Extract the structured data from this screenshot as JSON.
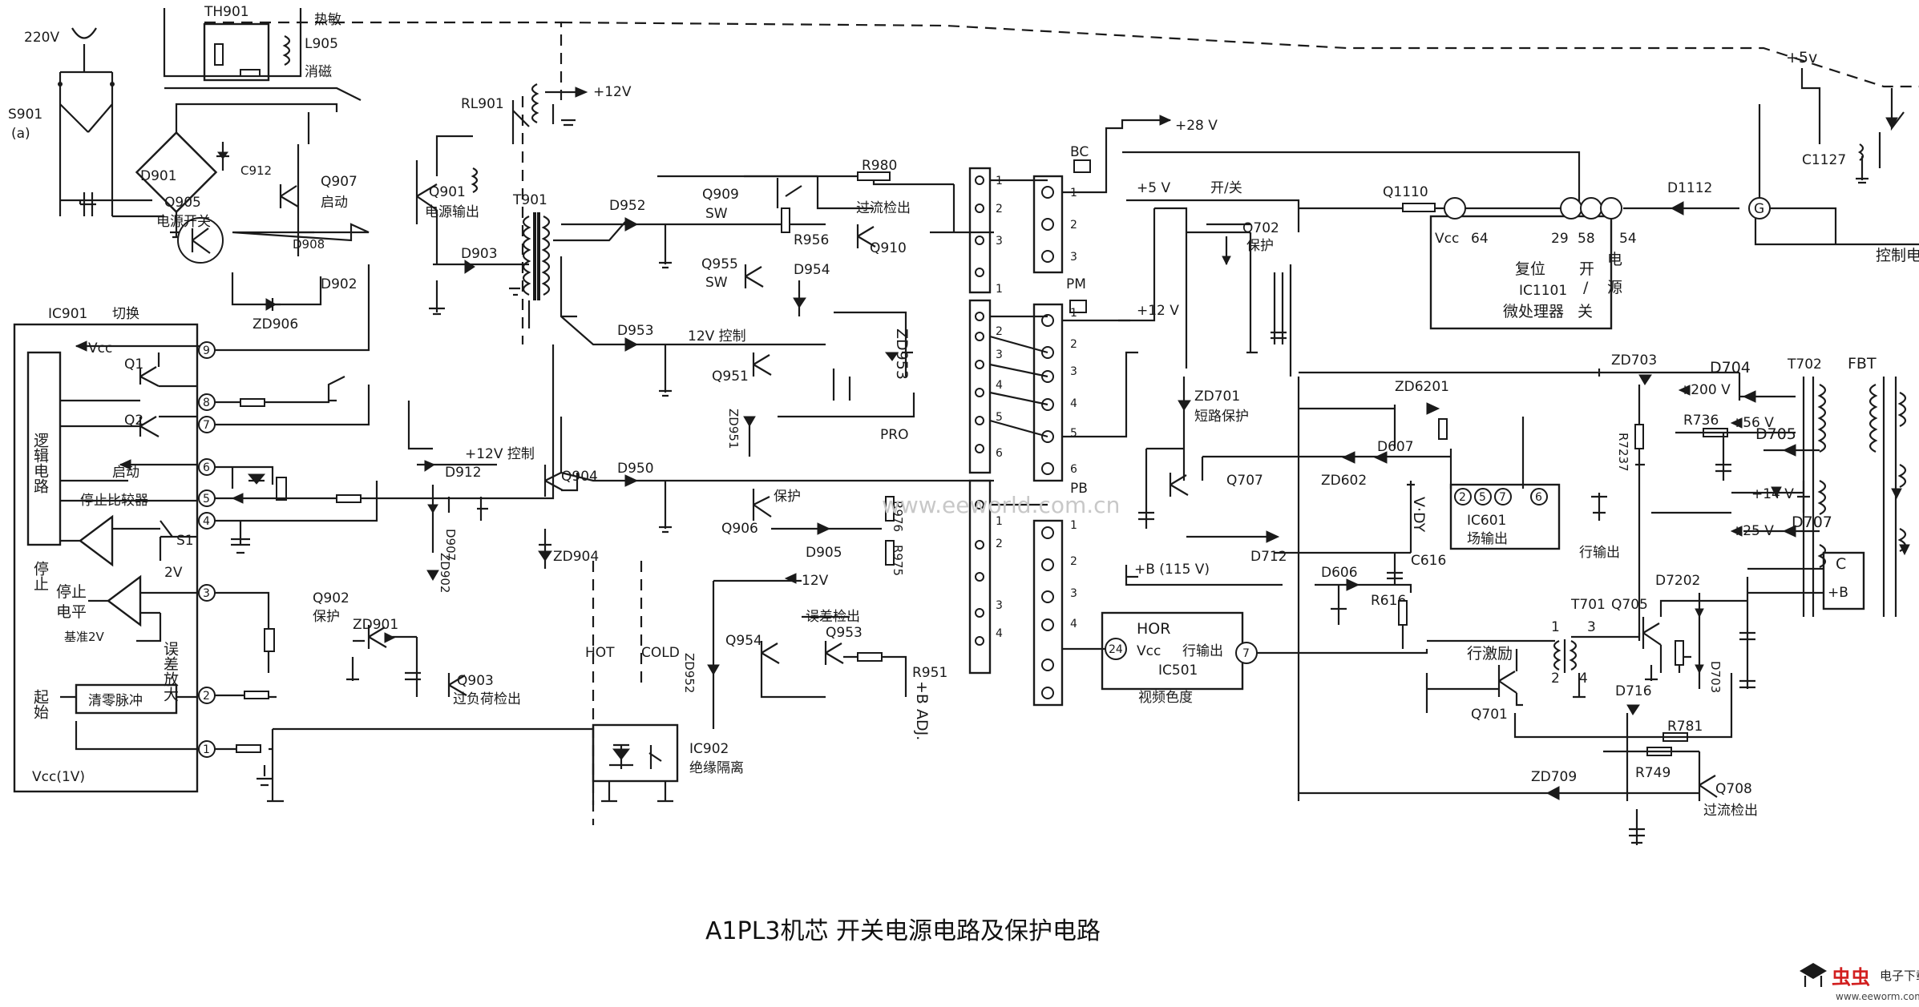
{
  "title": "A1PL3机芯  开关电源电路及保护电路",
  "watermark": "www.eeworld.com.cn",
  "logo": {
    "glyphs": "虫虫",
    "name": "电子下载站",
    "url": "www.eeworm.com"
  },
  "labels": {
    "ac_input": "220V",
    "switch": "S901\n(a)",
    "thermistor": "TH901",
    "thermistor_desc": "热敏",
    "degauss_coil": "L905",
    "degauss": "消磁",
    "relay": "RL901",
    "relay_v": "+12V",
    "plus5_top": "+5v",
    "d901": "D901",
    "c_snub": "C912",
    "q907": "Q907",
    "q907_desc": "启动",
    "q905": "Q905",
    "q905_desc": "电源开关",
    "d908": "D908",
    "q901": "Q901",
    "q901_desc": "电源输出",
    "d903": "D903",
    "d902": "D902",
    "zd906": "ZD906",
    "t901": "T901",
    "ic901": "IC901",
    "ic901_desc": "切换",
    "vcc": "Vcc",
    "q1": "Q1",
    "q2": "Q2",
    "logic": "逻辑电路",
    "start": "启动",
    "stop_cmp": "停止比较器",
    "stop": "停止",
    "s1": "S1",
    "v2": "2V",
    "stop_level": "停止电平",
    "ref2v": "基准2V",
    "err_amp": "误差放大",
    "start_ic": "起始",
    "zero_pulse": "清零脉冲",
    "vcc1v": "Vcc(1V)",
    "pin9": "9",
    "pin8": "8",
    "pin7": "7",
    "pin6": "6",
    "pin5": "5",
    "pin4": "4",
    "pin3": "3",
    "pin2": "2",
    "pin1": "1",
    "d912": "D912",
    "v12ctrl": "+12V 控制",
    "q904": "Q904",
    "d907": "D907",
    "zd902": "ZD902",
    "zd904": "ZD904",
    "q902": "Q902",
    "q902_desc": "保护",
    "zd901": "ZD901",
    "q903": "Q903",
    "q903_desc": "过负荷检出",
    "hot": "HOT",
    "cold": "COLD",
    "ic902": "IC902",
    "ic902_desc": "绝缘隔离",
    "d952": "D952",
    "q909": "Q909",
    "sw": "SW",
    "q955": "Q955",
    "sw2": "SW",
    "r980": "R980",
    "overcurrent": "过流检出",
    "r956": "R956",
    "q910": "Q910",
    "d954": "D954",
    "d953": "D953",
    "v12ctrl2": "12V 控制",
    "q951": "Q951",
    "zd951": "ZD951",
    "zd953": "ZD953",
    "pro": "PRO",
    "d950": "D950",
    "q906": "Q906",
    "q906_desc": "保护",
    "d905": "D905",
    "r976": "R976",
    "r975": "R975",
    "v12": "12V",
    "err_detect": "误差检出",
    "q954": "Q954",
    "q953": "Q953",
    "zd952": "ZD952",
    "r951": "R951",
    "badj": "+B ADJ.",
    "v28": "+28 V",
    "bc": "BC",
    "pm": "PM",
    "pb": "PB",
    "v5": "+5 V",
    "onoff": "开/关",
    "q1110": "Q1110",
    "d1112": "D1112",
    "c1127": "C1127",
    "ctrl_right": "控制电",
    "ic1101_pins": [
      "Vcc",
      "64",
      "29",
      "58",
      "54"
    ],
    "reset": "复位",
    "ic1101": "IC1101",
    "mcu": "微处理器",
    "power": "开",
    "power2": "电",
    "power3": "/",
    "power4": "源",
    "power5": "关",
    "q702": "Q702",
    "q702_desc": "保护",
    "v12r": "+12 V",
    "zd701": "ZD701",
    "short": "短路保护",
    "q707": "Q707",
    "zd6201": "ZD6201",
    "d607": "D607",
    "zd602": "ZD602",
    "ic601": "IC601",
    "ic601_desc": "场输出",
    "ic601_pins": [
      "2",
      "5",
      "7",
      "6"
    ],
    "vdy": "V·DY",
    "c616": "C616",
    "d712": "D712",
    "d606": "D606",
    "r616": "R616",
    "b115": "+B (115 V)",
    "hor": "HOR",
    "vcc2": "Vcc",
    "hout": "行输出",
    "ic501": "IC501",
    "video": "视频色度",
    "pin24": "24",
    "pin7r": "7",
    "zd703": "ZD703",
    "d704": "D704",
    "t702": "T702",
    "fbt": "FBT",
    "v200": "+200 V",
    "r736": "R736",
    "v56": "+56 V",
    "r7237": "R7237",
    "d705": "D705",
    "hout2": "行输出",
    "v14": "+14 V",
    "v25": "+25 V",
    "d707": "D707",
    "t701": "T701",
    "q705": "Q705",
    "d7202": "D7202",
    "d703": "D703",
    "hdrive": "行激励",
    "q701": "Q701",
    "c_lbl": "C",
    "plus_b": "+B",
    "d716": "D716",
    "r781": "R781",
    "r749": "R749",
    "zd709": "ZD709",
    "q708": "Q708",
    "q708_desc": "过流检出",
    "c_pin": "C",
    "n1": "1",
    "n2": "2",
    "n3": "3",
    "n4": "4",
    "n5": "5",
    "n6": "6"
  }
}
